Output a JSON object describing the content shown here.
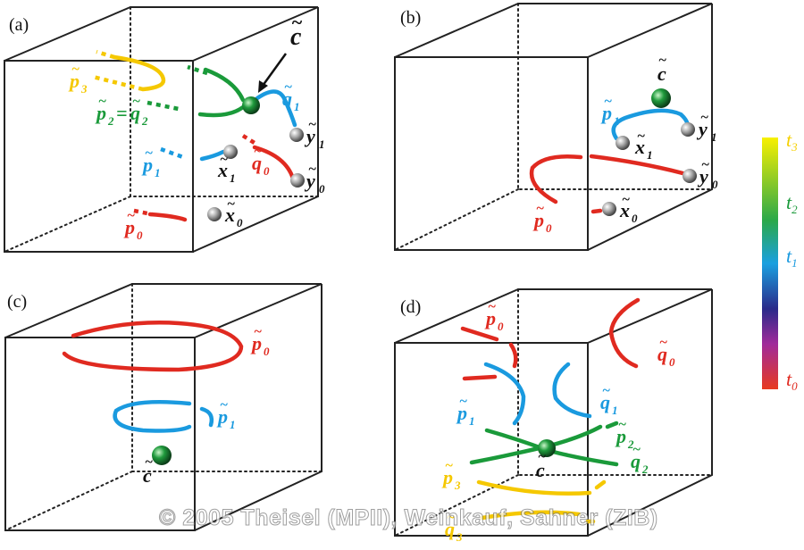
{
  "panels": [
    {
      "label": "(a)"
    },
    {
      "label": "(b)"
    },
    {
      "label": "(c)"
    },
    {
      "label": "(d)"
    }
  ],
  "colorbar": {
    "labels": [
      "t",
      "t",
      "t",
      "t"
    ],
    "subs": [
      "3",
      "2",
      "1",
      "0"
    ],
    "colors": [
      "#f5d000",
      "#1a9a3a",
      "#1a9adf",
      "#e02a20"
    ]
  },
  "labels": {
    "c": "c",
    "p": "p",
    "q": "q",
    "x": "x",
    "y": "y",
    "eq": "="
  },
  "copyright": "© 2005 Theisel (MPII), Weinkauf, Sahner (ZIB)"
}
